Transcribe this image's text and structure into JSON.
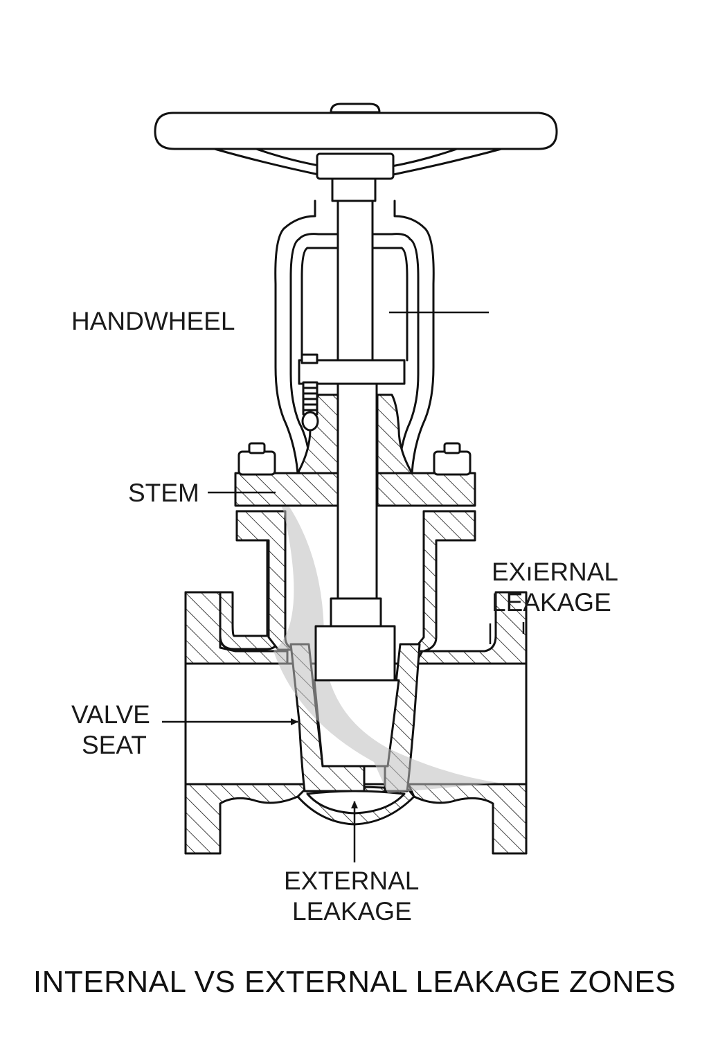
{
  "labels": {
    "handwheel": "HANDWHEEL",
    "stem": "STEM",
    "valve_seat_line1": "VALVE",
    "valve_seat_line2": "SEAT",
    "external_right_line1": "EXıERNAL",
    "external_right_line2": "LEAKAGE",
    "external_bottom_line1": "EXTERNAL",
    "external_bottom_line2": "LEAKAGE"
  },
  "title": "INTERNAL VS EXTERNAL LEAKAGE ZONES",
  "colors": {
    "line": "#111111",
    "leak_zone": "#bdbdbd",
    "background": "#ffffff"
  }
}
